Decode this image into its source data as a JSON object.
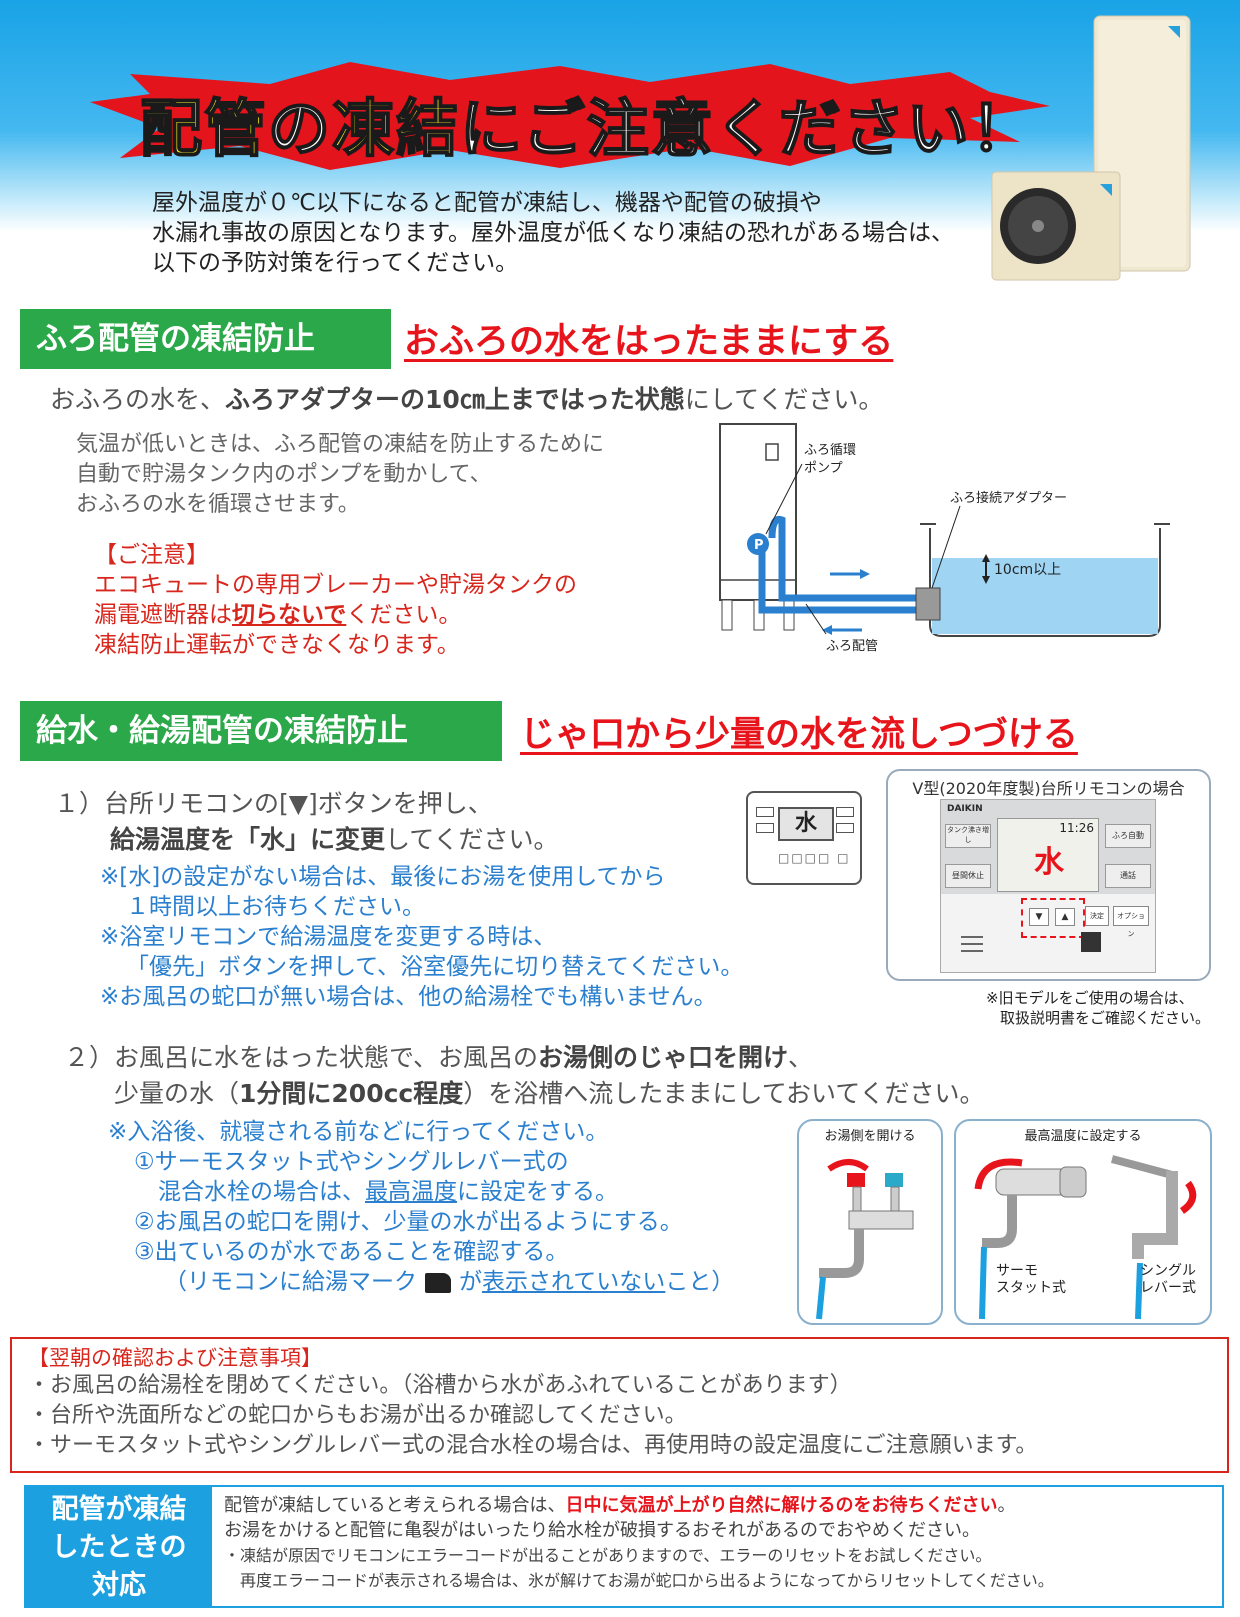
{
  "colors": {
    "sky_blue": "#1da0e0",
    "green": "#2ba94a",
    "red": "#e8141c",
    "text_blue": "#2a7fcf"
  },
  "header": {
    "title_part1": "配管",
    "title_part2": "の",
    "title_part3": "凍結",
    "title_part4": "にご注意ください！",
    "intro_line1": "屋外温度が０℃以下になると配管が凍結し、機器や配管の破損や",
    "intro_line2": "水漏れ事故の原因となります。屋外温度が低くなり凍結の恐れがある場合は、",
    "intro_line3": "以下の予防対策を行ってください。"
  },
  "bath": {
    "heading": "ふろ配管の凍結防止",
    "tagline": "おふろの水をはったままにする",
    "lead_pre": "おふろの水を、",
    "lead_bold": "ふろアダプターの10㎝上まではった状態",
    "lead_post": "にしてください。",
    "desc_line1": "気温が低いときは、ふろ配管の凍結を防止するために",
    "desc_line2": "自動で貯湯タンク内のポンプを動かして、",
    "desc_line3": "おふろの水を循環させます。",
    "caution_title": "【ご注意】",
    "caution_line1": "エコキュートの専用ブレーカーや貯湯タンクの",
    "caution_line2_pre": "漏電遮断器は",
    "caution_line2_em": "切らないで",
    "caution_line2_post": "ください。",
    "caution_line3": "凍結防止運転ができなくなります。",
    "diagram": {
      "pump_label_1": "ふろ循環",
      "pump_label_2": "ポンプ",
      "adapter_label": "ふろ接続アダプター",
      "depth_label": "10cm以上",
      "pipe_label": "ふろ配管",
      "pump_mark": "P"
    }
  },
  "water": {
    "heading": "給水・給湯配管の凍結防止",
    "tagline": "じゃ口から少量の水を流しつづける",
    "step1_line1": "１）台所リモコンの[▼]ボタンを押し、",
    "step1_line2_bold": "給湯温度を「水」に変更",
    "step1_line2_post": "してください。",
    "note1_line1": "※[水]の設定がない場合は、最後にお湯を使用してから",
    "note1_line2": "１時間以上お待ちください。",
    "note2_line1": "※浴室リモコンで給湯温度を変更する時は、",
    "note2_line2": "「優先」ボタンを押して、浴室優先に切り替えてください。",
    "note3": "※お風呂の蛇口が無い場合は、他の給湯栓でも構いません。",
    "remote_icon_label": "水",
    "remote_panel_title": "V型(2020年度製)台所リモコンの場合",
    "remote_brand": "DAIKIN",
    "remote_time": "11:26",
    "remote_water": "水",
    "remote_btn_1": "タンク沸き増し",
    "remote_btn_2": "ふろ自動",
    "remote_btn_3": "昼間休止",
    "remote_btn_4": "通話",
    "remote_btn_5": "決定",
    "remote_btn_6": "オプション",
    "old_model_line1": "※旧モデルをご使用の場合は、",
    "old_model_line2": "取扱説明書をご確認ください。",
    "step2_line1_pre": "２）お風呂に水をはった状態で、お風呂の",
    "step2_line1_bold": "お湯側のじゃ口を開け",
    "step2_line1_post": "、",
    "step2_line2_pre": "少量の水（",
    "step2_line2_bold": "1分間に200cc程度",
    "step2_line2_post": "）を浴槽へ流したままにしておいてください。",
    "sub_line1": "※入浴後、就寝される前などに行ってください。",
    "sub_line2": "①サーモスタット式やシングルレバー式の",
    "sub_line3_pre": "混合水栓の場合は、",
    "sub_line3_u": "最高温度",
    "sub_line3_post": "に設定をする。",
    "sub_line4": "②お風呂の蛇口を開け、少量の水が出るようにする。",
    "sub_line5": "③出ているのが水であることを確認する。",
    "sub_line6_pre": "（リモコンに給湯マーク",
    "sub_line6_mid": "が",
    "sub_line6_u": "表示されていない",
    "sub_line6_post": "こと）",
    "faucet_panel1_title": "お湯側を開ける",
    "faucet_panel2_title": "最高温度に設定する",
    "faucet_thermo_1": "サーモ",
    "faucet_thermo_2": "スタット式",
    "faucet_single_1": "シングル",
    "faucet_single_2": "レバー式"
  },
  "morning": {
    "title": "【翌朝の確認および注意事項】",
    "items": [
      "・お風呂の給湯栓を閉めてください。（浴槽から水があふれていることがあります）",
      "・台所や洗面所などの蛇口からもお湯が出るか確認してください。",
      "・サーモスタット式やシングルレバー式の混合水栓の場合は、再使用時の設定温度にご注意願います。"
    ]
  },
  "frozen": {
    "label_line1": "配管が凍結",
    "label_line2": "したときの",
    "label_line3": "対応",
    "line1_pre": "配管が凍結していると考えられる場合は、",
    "line1_em": "日中に気温が上がり自然に解けるのをお待ちください",
    "line1_post": "。",
    "line2": "お湯をかけると配管に亀裂がはいったり給水栓が破損するおそれがあるのでおやめください。",
    "line3": "・凍結が原因でリモコンにエラーコードが出ることがありますので、エラーのリセットをお試しください。",
    "line4": "　再度エラーコードが表示される場合は、氷が解けてお湯が蛇口から出るようになってからリセットしてください。"
  }
}
